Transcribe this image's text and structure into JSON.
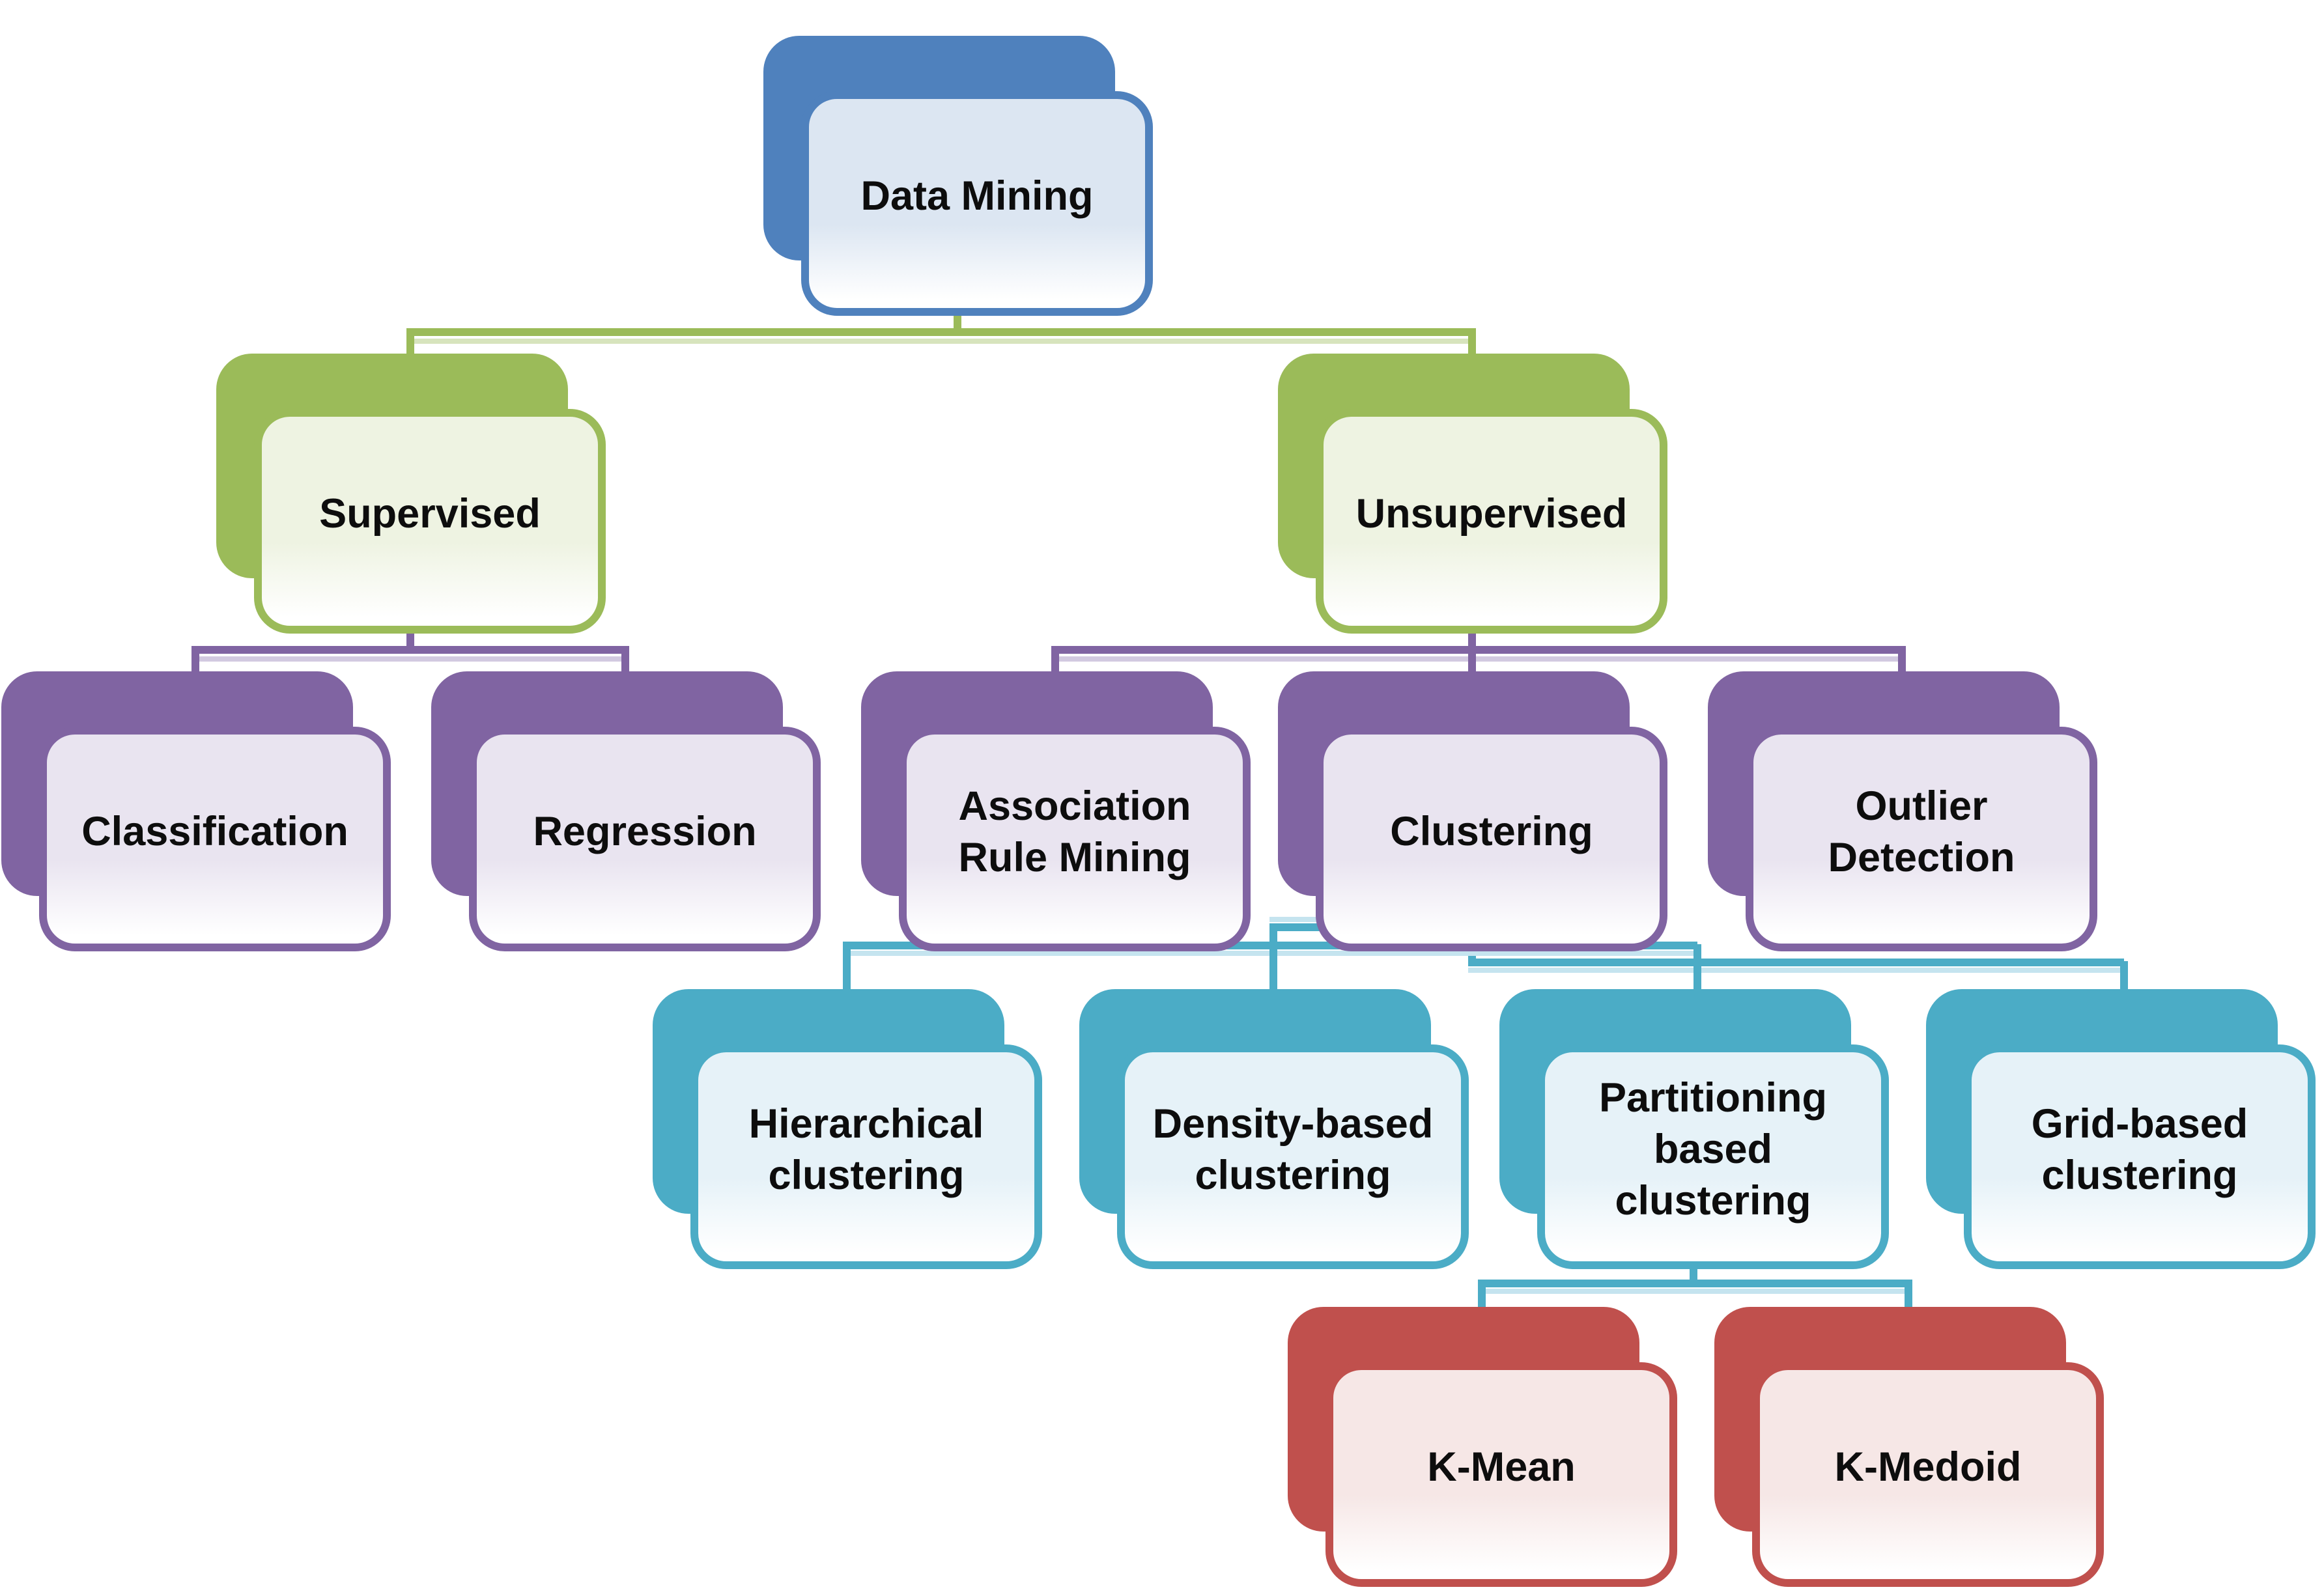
{
  "diagram_type": "hierarchy-flowchart",
  "nodes": {
    "data_mining": {
      "label": "Data Mining",
      "color": "blue",
      "level": 1
    },
    "supervised": {
      "label": "Supervised",
      "color": "green",
      "level": 2
    },
    "unsupervised": {
      "label": "Unsupervised",
      "color": "green",
      "level": 2
    },
    "classification": {
      "label": "Classification",
      "color": "purple",
      "level": 3
    },
    "regression": {
      "label": "Regression",
      "color": "purple",
      "level": 3
    },
    "association_rule_mining": {
      "label": "Association\nRule Mining",
      "color": "purple",
      "level": 3
    },
    "clustering": {
      "label": "Clustering",
      "color": "purple",
      "level": 3
    },
    "outlier_detection": {
      "label": "Outlier\nDetection",
      "color": "purple",
      "level": 3
    },
    "hierarchical_clustering": {
      "label": "Hierarchical\nclustering",
      "color": "teal",
      "level": 4
    },
    "density_based_clustering": {
      "label": "Density-based\nclustering",
      "color": "teal",
      "level": 4
    },
    "partitioning_based_clustering": {
      "label": "Partitioning\nbased\nclustering",
      "color": "teal",
      "level": 4
    },
    "grid_based_clustering": {
      "label": "Grid-based\nclustering",
      "color": "teal",
      "level": 4
    },
    "k_mean": {
      "label": "K-Mean",
      "color": "red",
      "level": 5
    },
    "k_medoid": {
      "label": "K-Medoid",
      "color": "red",
      "level": 5
    }
  },
  "edges": [
    [
      "data_mining",
      "supervised"
    ],
    [
      "data_mining",
      "unsupervised"
    ],
    [
      "supervised",
      "classification"
    ],
    [
      "supervised",
      "regression"
    ],
    [
      "unsupervised",
      "association_rule_mining"
    ],
    [
      "unsupervised",
      "clustering"
    ],
    [
      "unsupervised",
      "outlier_detection"
    ],
    [
      "clustering",
      "hierarchical_clustering"
    ],
    [
      "clustering",
      "density_based_clustering"
    ],
    [
      "clustering",
      "partitioning_based_clustering"
    ],
    [
      "clustering",
      "grid_based_clustering"
    ],
    [
      "partitioning_based_clustering",
      "k_mean"
    ],
    [
      "partitioning_based_clustering",
      "k_medoid"
    ]
  ],
  "palette": {
    "blue": {
      "accent": "#4f81bd",
      "tint": "#dce6f2"
    },
    "green": {
      "accent": "#9bbb59",
      "tint": "#eef3e2"
    },
    "purple": {
      "accent": "#8064a2",
      "tint": "#e9e4f0"
    },
    "teal": {
      "accent": "#4bacc6",
      "tint": "#e6f2f8"
    },
    "red": {
      "accent": "#c0504d",
      "tint": "#f6e7e6"
    }
  },
  "connector_colors": {
    "green": {
      "main": "#9bbb59",
      "echo": "#d7e4bd"
    },
    "purple": {
      "main": "#8064a2",
      "echo": "#d2c9e0"
    },
    "teal": {
      "main": "#4bacc6",
      "echo": "#c5e4ef"
    }
  }
}
